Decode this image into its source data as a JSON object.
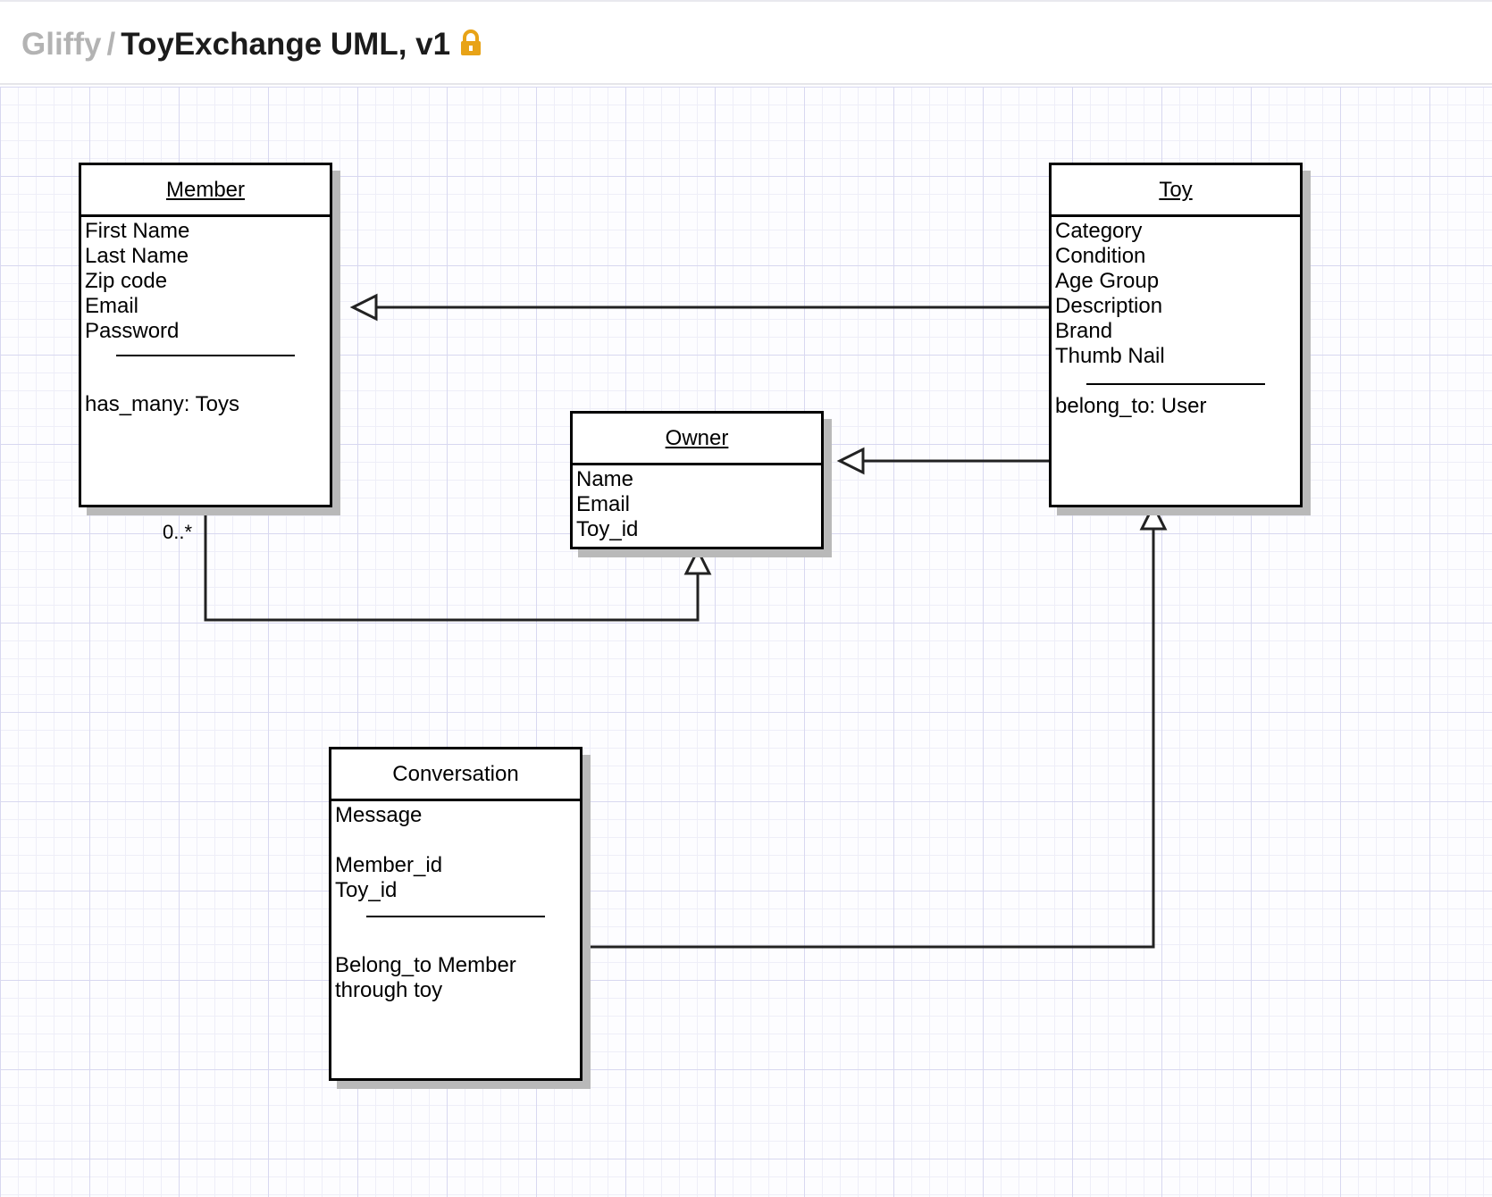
{
  "header": {
    "app_name": "Gliffy",
    "separator": "/",
    "doc_title": "ToyExchange UML, v1",
    "lock_color": "#e8a317"
  },
  "classes": {
    "member": {
      "name": "Member",
      "attributes": [
        "First Name",
        "Last Name",
        "Zip code",
        "Email",
        "Password"
      ],
      "methods": [
        "has_many: Toys"
      ]
    },
    "toy": {
      "name": "Toy",
      "attributes": [
        "Category",
        "Condition",
        "Age Group",
        "Description",
        "Brand",
        "Thumb Nail"
      ],
      "methods": [
        "belong_to: User"
      ]
    },
    "owner": {
      "name": "Owner",
      "attributes": [
        "Name",
        "Email",
        "Toy_id"
      ]
    },
    "conversation": {
      "name": "Conversation",
      "attributes": [
        "Message",
        "",
        "Member_id",
        "Toy_id"
      ],
      "methods": [
        "Belong_to Member",
        "through toy"
      ]
    }
  },
  "connectors": {
    "member_multiplicity": "0..*"
  }
}
